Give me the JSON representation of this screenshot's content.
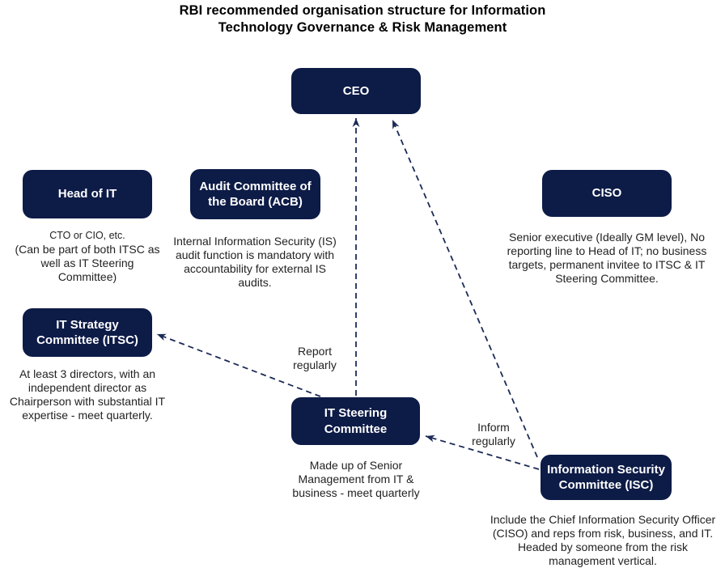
{
  "title_lines": [
    "RBI recommended organisation structure for Information",
    "Technology Governance & Risk Management"
  ],
  "colors": {
    "background": "#ffffff",
    "title_text": "#000000",
    "box_fill": "#0d1b47",
    "box_text": "#ffffff",
    "text": "#222222",
    "arrow": "#1c2b57"
  },
  "nodes": {
    "ceo": {
      "label_lines": [
        "CEO"
      ]
    },
    "head_of_it": {
      "label_lines": [
        "Head of IT"
      ],
      "sub_small": "CTO or CIO, etc.",
      "sub_lines": [
        "(Can be part of both ITSC as",
        "well as IT Steering",
        "Committee)"
      ]
    },
    "acb": {
      "label_lines": [
        "Audit Committee of",
        "the Board (ACB)"
      ],
      "note_lines": [
        "Internal Information Security (IS)",
        "audit function is mandatory with",
        "accountability for external IS",
        "audits."
      ]
    },
    "ciso": {
      "label_lines": [
        "CISO"
      ],
      "note_lines": [
        "Senior executive (Ideally GM level), No",
        "reporting line to Head of IT; no business",
        "targets, permanent invitee to ITSC & IT",
        "Steering Committee."
      ]
    },
    "itsc": {
      "label_lines": [
        "IT Strategy",
        "Committee (ITSC)"
      ],
      "note_lines": [
        "At least 3 directors, with an",
        "independent director as",
        "Chairperson with substantial IT",
        "expertise - meet quarterly."
      ]
    },
    "it_steering": {
      "label_lines": [
        "IT Steering",
        "Committee"
      ],
      "note_lines": [
        "Made up of Senior",
        "Management from IT &",
        "business - meet quarterly"
      ]
    },
    "isc": {
      "label_lines": [
        "Information Security",
        "Committee (ISC)"
      ],
      "note_lines": [
        "Include the Chief Information Security Officer",
        "(CISO) and reps from risk, business, and IT.",
        "Headed by someone from the risk",
        "management vertical."
      ]
    }
  },
  "edge_labels": {
    "report_lines": [
      "Report",
      "regularly"
    ],
    "inform_lines": [
      "Inform",
      "regularly"
    ]
  },
  "edges": [
    {
      "from": "IT Steering Committee",
      "to": "CEO",
      "label": "Report regularly",
      "style": "dashed-arrow"
    },
    {
      "from": "Information Security Committee (ISC)",
      "to": "CEO",
      "label": "",
      "style": "dashed-arrow"
    },
    {
      "from": "Information Security Committee (ISC)",
      "to": "IT Steering Committee",
      "label": "Inform regularly",
      "style": "dashed-arrow"
    },
    {
      "from": "IT Steering Committee",
      "to": "IT Strategy Committee (ITSC)",
      "label": "",
      "style": "dashed-arrow"
    }
  ]
}
